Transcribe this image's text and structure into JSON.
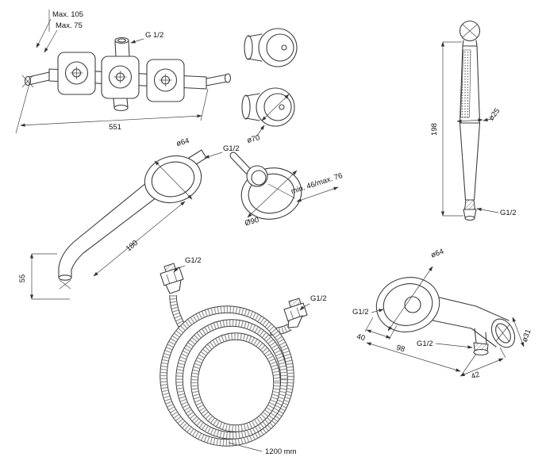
{
  "drawing": {
    "background": "#ffffff",
    "line_color": "#3d3d3d",
    "mixer": {
      "dim_depth_max": "Max. 105",
      "dim_depth_min": "Max. 75",
      "thread_top": "G 1/2",
      "dim_width": "551"
    },
    "spout": {
      "dim_escutcheon": "ø64",
      "thread_wall": "G1/2",
      "dim_projection": "180",
      "dim_drop": "55"
    },
    "handles": {
      "dim_knob": "ø70",
      "dim_escutcheon": "Ø90",
      "dim_depth": "min. 46/max. 76"
    },
    "handshower": {
      "dim_length": "198",
      "dim_diameter": "ø25",
      "thread": "G1/2"
    },
    "hose": {
      "thread_end_a": "G1/2",
      "thread_end_b": "G1/2",
      "dim_length": "1200 mm"
    },
    "elbow": {
      "dim_escutcheon": "ø64",
      "thread_wall": "G1/2",
      "dim_depth": "40",
      "dim_reach": "98",
      "thread_outlet": "G1/2",
      "dim_holder": "42",
      "dim_holder_diameter": "ø31"
    }
  }
}
